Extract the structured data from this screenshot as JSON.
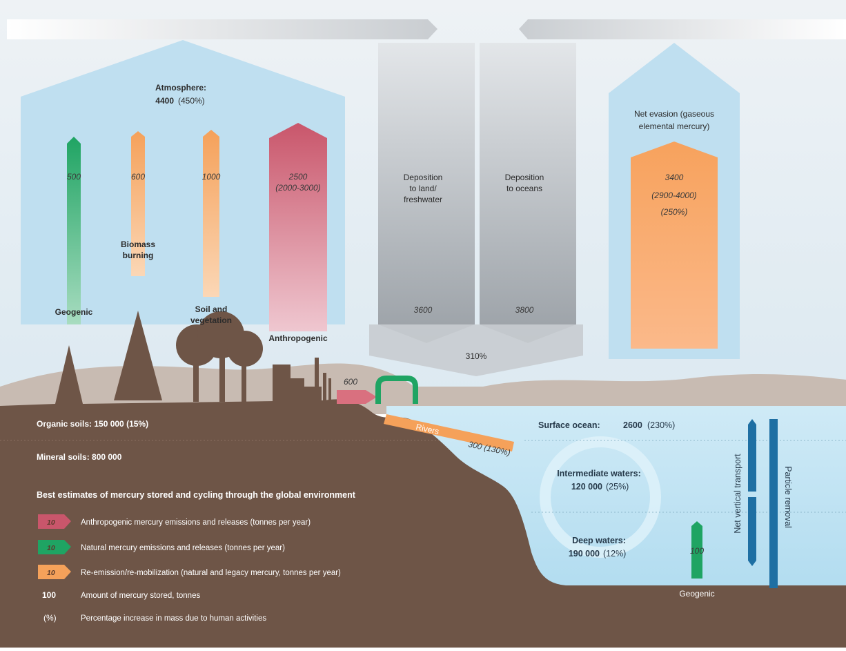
{
  "atmosphere": {
    "title": "Atmosphere:",
    "value": "4400",
    "increase": "(450%)"
  },
  "sources": {
    "geogenic": {
      "label": "Geogenic",
      "value": "500"
    },
    "biomass": {
      "label_line1": "Biomass",
      "label_line2": "burning",
      "value": "600"
    },
    "soil": {
      "label_line1": "Soil and",
      "label_line2": "vegetation",
      "value": "1000"
    },
    "anthropogenic": {
      "label": "Anthropogenic",
      "value_line1": "2500",
      "value_line2": "(2000-3000)"
    }
  },
  "deposition": {
    "land": {
      "line1": "Deposition",
      "line2": "to land/",
      "line3": "freshwater",
      "value": "3600"
    },
    "oceans": {
      "line1": "Deposition",
      "line2": "to oceans",
      "value": "3800"
    },
    "increase": "310%"
  },
  "evasion": {
    "line1": "Net evasion (gaseous",
    "line2": "elemental mercury)",
    "value_line1": "3400",
    "value_line2": "(2900-4000)",
    "value_line3": "(250%)"
  },
  "rivers": {
    "label": "Rivers",
    "release": "600",
    "flow": "300 (130%)"
  },
  "soils": {
    "organic": "Organic soils: 150 000 (15%)",
    "mineral": "Mineral soils: 800 000"
  },
  "ocean": {
    "surface_label": "Surface ocean:",
    "surface_value": "2600",
    "surface_increase": "(230%)",
    "intermediate_label": "Intermediate waters:",
    "intermediate_value": "120 000",
    "intermediate_increase": "(25%)",
    "deep_label": "Deep waters:",
    "deep_value": "190 000",
    "deep_increase": "(12%)",
    "geogenic_label": "Geogenic",
    "geogenic_value": "100",
    "net_vertical": "Net vertical transport",
    "particle_removal": "Particle removal"
  },
  "legend": {
    "title": "Best estimates of mercury stored and cycling through the global environment",
    "items": [
      {
        "symbol": "10",
        "text": "Anthropogenic mercury emissions and releases (tonnes per year)",
        "color": "#c9566b"
      },
      {
        "symbol": "10",
        "text": "Natural mercury emissions and releases (tonnes per year)",
        "color": "#1fa463"
      },
      {
        "symbol": "10",
        "text": "Re-emission/re-mobilization (natural and legacy mercury, tonnes per year)",
        "color": "#f5a15a"
      },
      {
        "symbol": "100",
        "text": "Amount of mercury stored, tonnes"
      },
      {
        "symbol": "(%)",
        "text": "Percentage increase in mass due to human activities"
      }
    ]
  },
  "colors": {
    "anthropogenic": "#c9566b",
    "natural": "#1fa463",
    "reemission": "#f5a15a",
    "ground": "#6e5547",
    "ocean": "#bfe3f2",
    "atmosphere": "#bfe0f0",
    "deposition": "#9ea3a8"
  }
}
